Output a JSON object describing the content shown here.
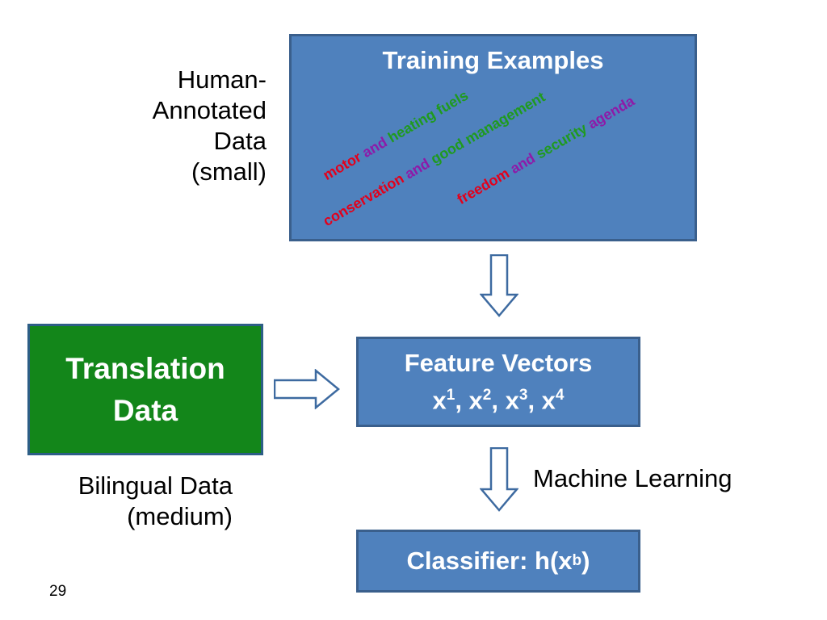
{
  "left_labels": {
    "human_annotated": [
      "Human-",
      "Annotated",
      "Data",
      "(small)"
    ],
    "bilingual": [
      "Bilingual Data",
      "(medium)"
    ]
  },
  "training_box": {
    "title": "Training Examples",
    "phrases": [
      [
        {
          "text": "motor",
          "color": "red"
        },
        {
          "text": " and ",
          "color": "purple"
        },
        {
          "text": "heating fuels",
          "color": "green"
        }
      ],
      [
        {
          "text": "conservation",
          "color": "red"
        },
        {
          "text": " and ",
          "color": "purple"
        },
        {
          "text": "good management",
          "color": "green"
        }
      ],
      [
        {
          "text": "freedom",
          "color": "red"
        },
        {
          "text": " and ",
          "color": "purple"
        },
        {
          "text": "security",
          "color": "green"
        },
        {
          "text": " agenda",
          "color": "purple"
        }
      ]
    ]
  },
  "translation_box": {
    "line1": "Translation",
    "line2": "Data"
  },
  "features_box": {
    "title": "Feature Vectors",
    "vectors": [
      {
        "base": "x",
        "sup": "1",
        "sep": ", "
      },
      {
        "base": "x",
        "sup": "2",
        "sep": ", "
      },
      {
        "base": "x",
        "sup": "3",
        "sep": ", "
      },
      {
        "base": "x",
        "sup": "4",
        "sep": ""
      }
    ]
  },
  "ml_label": "Machine Learning",
  "classifier_box": {
    "prefix": "Classifier: h(x",
    "sub": "b",
    "suffix": ")"
  },
  "page_number": "29",
  "colors": {
    "blue_box": "#4f81bd",
    "green_box": "#13861a",
    "red": "#e3001b",
    "purple": "#8e1aa8",
    "green": "#1f9a1f"
  }
}
